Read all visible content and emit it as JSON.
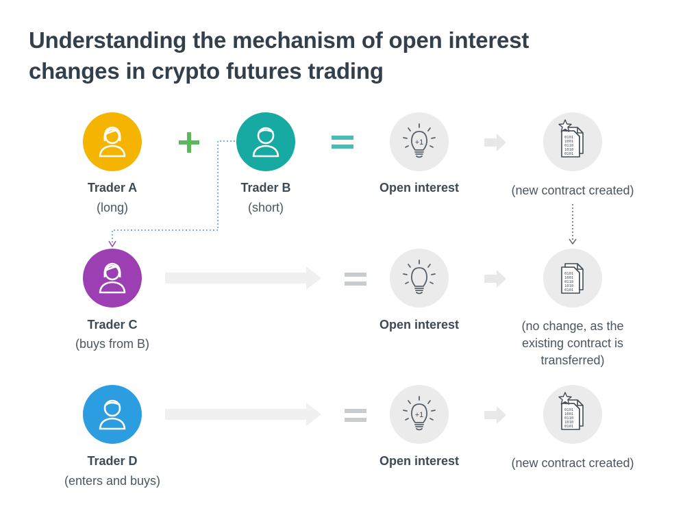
{
  "title_line1": "Understanding the mechanism of open interest",
  "title_line2": "changes in crypto futures trading",
  "rows": [
    {
      "traders": [
        {
          "name": "Trader A",
          "role": "(long)",
          "color": "#f4b400"
        },
        {
          "name": "Trader B",
          "role": "(short)",
          "color": "#16aaa3"
        }
      ],
      "oi_label": "Open interest",
      "oi_badge": "+1",
      "result": "(new contract created)"
    },
    {
      "traders": [
        {
          "name": "Trader C",
          "role": "(buys from B)",
          "color": "#9b3fb3"
        }
      ],
      "oi_label": "Open interest",
      "oi_badge": "",
      "result_lines": [
        "(no change, as the",
        "existing contract is",
        "transferred)"
      ]
    },
    {
      "traders": [
        {
          "name": "Trader D",
          "role": "(enters and buys)",
          "color": "#2b9de0"
        }
      ],
      "oi_label": "Open interest",
      "oi_badge": "+1",
      "result": "(new contract created)"
    }
  ],
  "icons": [
    "person-icon",
    "plus-icon",
    "equals-icon",
    "lightbulb-icon",
    "arrow-right-icon",
    "document-icon",
    "star-icon"
  ],
  "colors": {
    "plus": "#5cb85c",
    "equals_teal": "#4bbcb5",
    "equals_grey": "#c9cccf",
    "dotted_link": "#4a9ad8",
    "dotted_purple": "#9b3fb3"
  }
}
